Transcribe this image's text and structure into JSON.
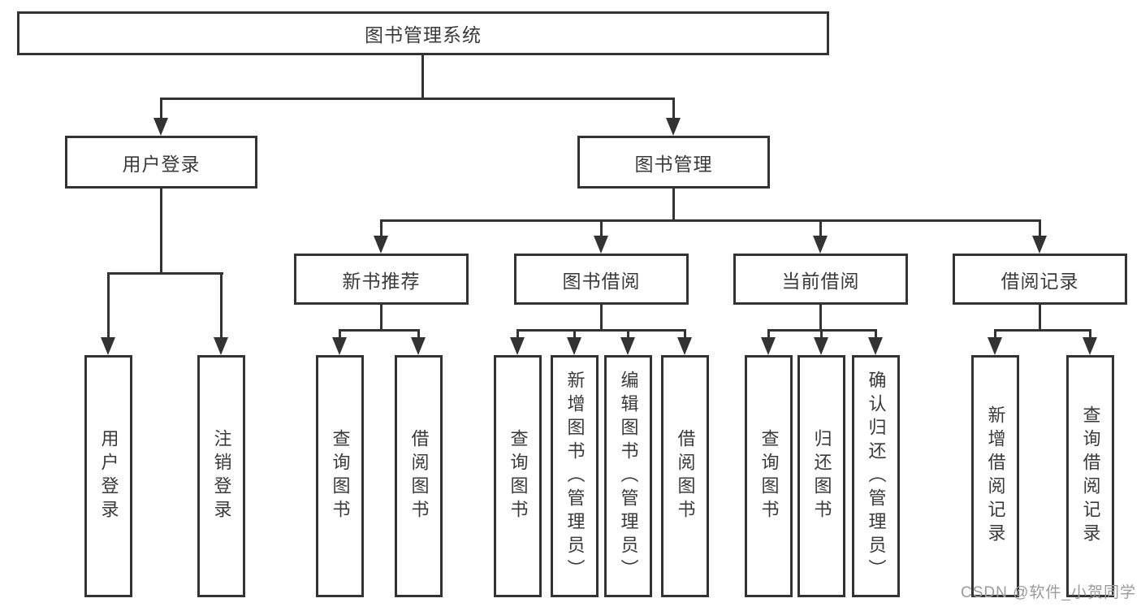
{
  "colors": {
    "line": "#333333",
    "text": "#3a3a3a",
    "background": "#ffffff",
    "watermark": "#9b9b9b"
  },
  "root": {
    "label": "图书管理系统"
  },
  "branches": {
    "user_login": {
      "label": "用户登录",
      "children": [
        {
          "label": "用户登录"
        },
        {
          "label": "注销登录"
        }
      ]
    },
    "book_management": {
      "label": "图书管理",
      "sections": [
        {
          "label": "新书推荐",
          "children": [
            {
              "label": "查询图书"
            },
            {
              "label": "借阅图书"
            }
          ]
        },
        {
          "label": "图书借阅",
          "children": [
            {
              "label": "查询图书"
            },
            {
              "label": "新增图书（管理员）"
            },
            {
              "label": "编辑图书（管理员）"
            },
            {
              "label": "借阅图书"
            }
          ]
        },
        {
          "label": "当前借阅",
          "children": [
            {
              "label": "查询图书"
            },
            {
              "label": "归还图书"
            },
            {
              "label": "确认归还（管理员）"
            }
          ]
        },
        {
          "label": "借阅记录",
          "children": [
            {
              "label": "新增借阅记录"
            },
            {
              "label": "查询借阅记录"
            }
          ]
        }
      ]
    }
  },
  "watermark": {
    "text": "CSDN @软件_小贺同学"
  }
}
